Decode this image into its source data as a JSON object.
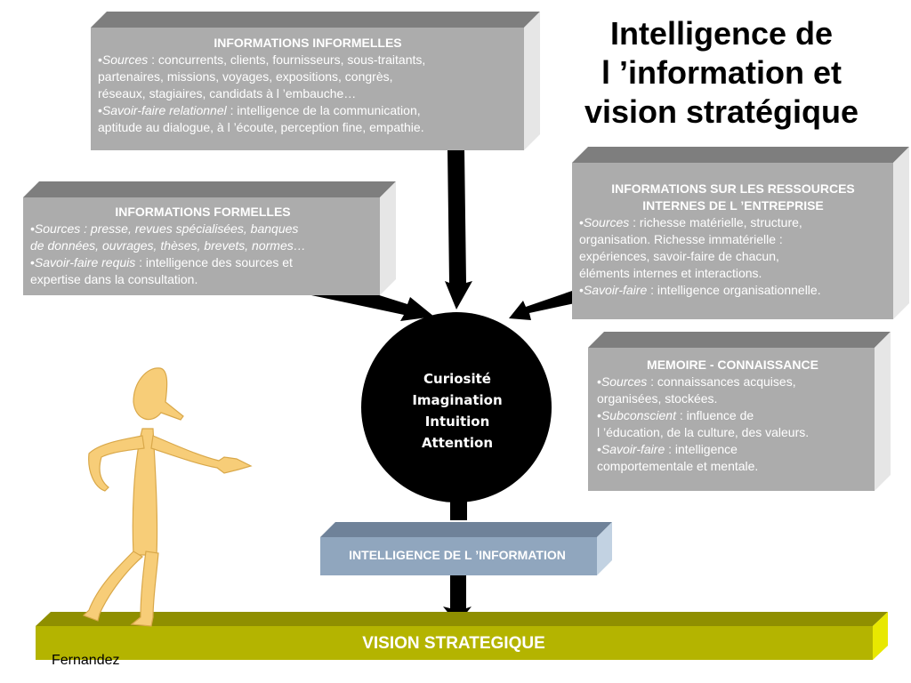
{
  "title": {
    "line1": "Intelligence de",
    "line2": "l ’information et",
    "line3": "vision stratégique"
  },
  "informelles": {
    "title": "INFORMATIONS INFORMELLES",
    "b1_label": "Sources",
    "b1_line1": " : concurrents, clients, fournisseurs, sous-traitants,",
    "b1_line2": "partenaires, missions, voyages, expositions, congrès,",
    "b1_line3": "réseaux, stagiaires, candidats à l ’embauche…",
    "b2_label": "Savoir-faire relationnel",
    "b2_line1": " : intelligence de la communication,",
    "b2_line2": "aptitude au dialogue, à l ’écoute, perception fine, empathie."
  },
  "formelles": {
    "title": "INFORMATIONS FORMELLES",
    "b1_line1": "Sources : presse, revues spécialisées, banques",
    "b1_line2": "de données, ouvrages, thèses, brevets, normes…",
    "b2_label": "Savoir-faire requis",
    "b2_line1": " : intelligence des sources et",
    "b2_line2": "expertise dans la consultation."
  },
  "ressources": {
    "title_line1": "INFORMATIONS SUR LES RESSOURCES",
    "title_line2": "INTERNES DE L ’ENTREPRISE",
    "b1_label": "Sources",
    "b1_line1": " : richesse matérielle, structure,",
    "b1_line2": "organisation. Richesse immatérielle :",
    "b1_line3": "expériences, savoir-faire de chacun,",
    "b1_line4": "éléments internes et interactions.",
    "b2_label": "Savoir-faire",
    "b2_line1": " : intelligence organisationnelle."
  },
  "memoire": {
    "title": "MEMOIRE - CONNAISSANCE",
    "b1_label": "Sources",
    "b1_line1": " : connaissances acquises,",
    "b1_line2": "organisées, stockées.",
    "b2_label": "Subconscient",
    "b2_line1": " : influence de",
    "b2_line2": "l ’éducation, de la culture, des valeurs.",
    "b3_label": "Savoir-faire",
    "b3_line1": " : intelligence",
    "b3_line2": "comportementale et mentale."
  },
  "circle": {
    "line1": "Curiosité",
    "line2": "Imagination",
    "line3": "Intuition",
    "line4": "Attention"
  },
  "intelligence_box": {
    "label": "INTELLIGENCE DE L ’INFORMATION"
  },
  "vision_bar": {
    "label": "VISION STRATEGIQUE"
  },
  "author": {
    "text": "Fernandez"
  },
  "bullet": "•",
  "colors": {
    "gray_box": "#acacac",
    "gray_box_top": "#7e7e7e",
    "gray_box_side": "#e6e6e6",
    "blue_box": "#90a6be",
    "olive_bar": "#b4b400",
    "olive_bar_side": "#e8e800",
    "figure": "#f7cd78",
    "arrow": "#000000"
  }
}
